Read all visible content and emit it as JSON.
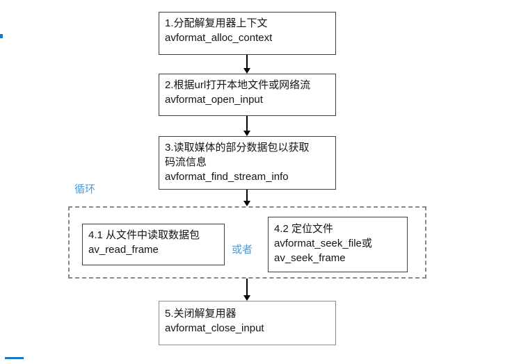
{
  "diagram": {
    "title_implicit": "",
    "accent_blue": "#4f9bd5",
    "fragment_blue": "#1877c5",
    "box_border_color": "#3f3f3f",
    "loop_label": "循环",
    "or_label": "或者",
    "boxes": [
      {
        "id": "step1",
        "line1": "1.分配解复用器上下文",
        "line2": "avformat_alloc_context"
      },
      {
        "id": "step2",
        "line1": "2.根据url打开本地文件或网络流",
        "line2": "avformat_open_input"
      },
      {
        "id": "step3",
        "line1": "3.读取媒体的部分数据包以获取",
        "line2": "码流信息",
        "line3": "avformat_find_stream_info"
      },
      {
        "id": "step4a",
        "line1": "4.1 从文件中读取数据包",
        "line2": "av_read_frame"
      },
      {
        "id": "step4b",
        "line1": "4.2 定位文件",
        "line2": "avformat_seek_file或",
        "line3": "av_seek_frame"
      },
      {
        "id": "step5",
        "line1": "5.关闭解复用器",
        "line2": "avformat_close_input"
      }
    ]
  }
}
